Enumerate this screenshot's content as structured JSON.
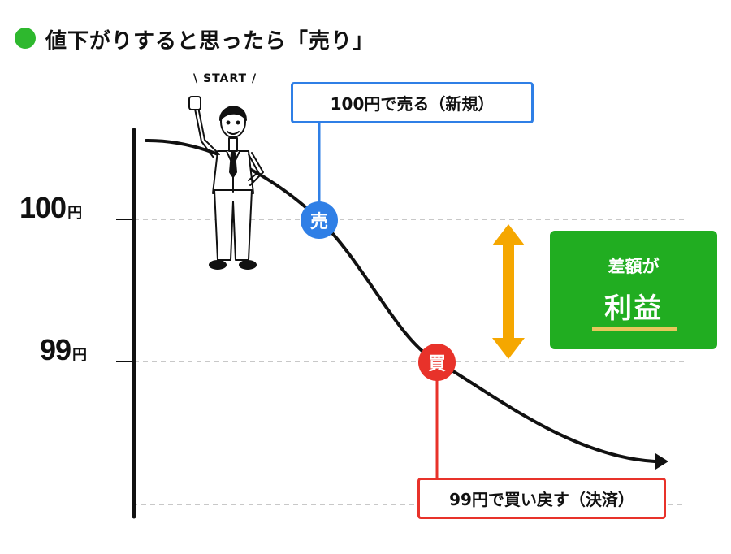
{
  "title": "値下がりすると思ったら「売り」",
  "start_label": "\\ START /",
  "price_levels": [
    {
      "number": "100",
      "unit": "円"
    },
    {
      "number": "99",
      "unit": "円"
    }
  ],
  "sell_callout": "100円で売る（新規）",
  "buy_callout": "99円で買い戻す（決済）",
  "sell_marker": "売",
  "buy_marker": "買",
  "profit_box": {
    "line1": "差額が",
    "line2": "利益"
  },
  "colors": {
    "title_dot": "#2eb82e",
    "sell": "#2f7fe6",
    "buy": "#e8322a",
    "arrow": "#f5a700",
    "profit_box": "#21ad21",
    "profit_underline": "#e8c75c"
  }
}
